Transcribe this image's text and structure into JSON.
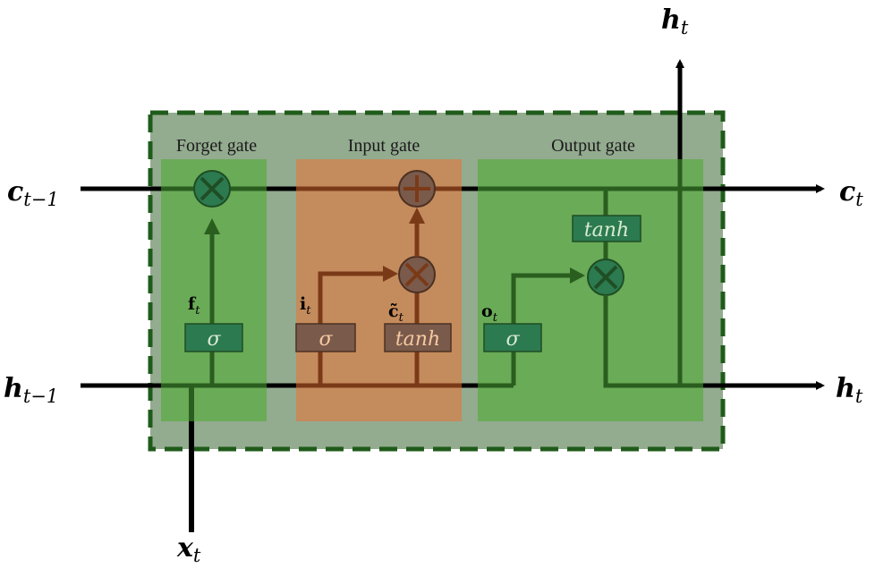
{
  "gates": {
    "forget": "Forget gate",
    "input": "Input gate",
    "output": "Output gate"
  },
  "labels": {
    "c_prev_base": "c",
    "c_prev_sub": "t−1",
    "h_prev_base": "h",
    "h_prev_sub": "t−1",
    "c_out_base": "c",
    "c_out_sub": "t",
    "h_out_base": "h",
    "h_out_sub": "t",
    "h_top_base": "h",
    "h_top_sub": "t",
    "x_base": "x",
    "x_sub": "t"
  },
  "signals": {
    "f_base": "f",
    "f_sub": "t",
    "i_base": "i",
    "i_sub": "t",
    "ctilde_base": "c̃",
    "ctilde_sub": "t",
    "o_base": "o",
    "o_sub": "t"
  },
  "boxes": {
    "forget_sigma": "σ",
    "input_sigma": "σ",
    "input_tanh": "tanh",
    "output_sigma": "σ",
    "output_tanh": "tanh"
  },
  "colors": {
    "cell_bg": "#93ab8f",
    "green_region": "#6aab57",
    "orange_region": "#c48b5c",
    "dark_green": "#2a5e1f",
    "brown": "#7b3a17",
    "box_green": "#2c7a4f",
    "box_brown": "#7a5a4b",
    "box_text_green": "#d8ead2",
    "box_text_brown": "#f6c9a2"
  }
}
